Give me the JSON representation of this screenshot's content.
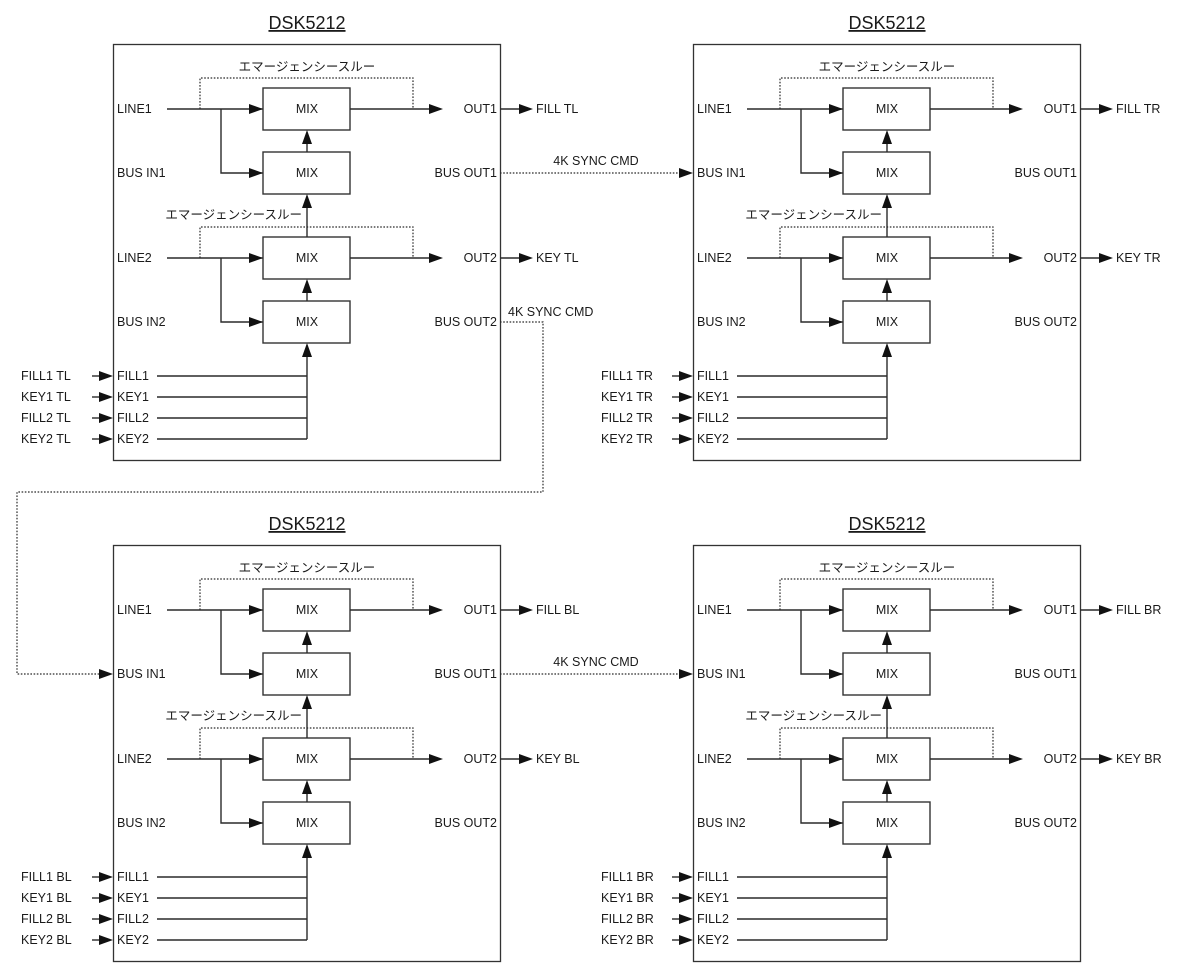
{
  "diagram": {
    "device_title": "DSK5212",
    "bypass_label": "エマージェンシースルー",
    "mix_label": "MIX",
    "ports": {
      "line1": "LINE1",
      "line2": "LINE2",
      "bus_in1": "BUS IN1",
      "bus_in2": "BUS IN2",
      "out1": "OUT1",
      "out2": "OUT2",
      "bus_out1": "BUS OUT1",
      "bus_out2": "BUS OUT2",
      "fill1": "FILL1",
      "key1": "KEY1",
      "fill2": "FILL2",
      "key2": "KEY2"
    },
    "sync_label": "4K SYNC CMD",
    "units": [
      {
        "id": "tl",
        "title": "DSK5212",
        "out1_dest": "FILL TL",
        "out2_dest": "KEY TL",
        "inputs": [
          "FILL1 TL",
          "KEY1 TL",
          "FILL2 TL",
          "KEY2 TL"
        ]
      },
      {
        "id": "tr",
        "title": "DSK5212",
        "out1_dest": "FILL TR",
        "out2_dest": "KEY TR",
        "inputs": [
          "FILL1 TR",
          "KEY1 TR",
          "FILL2 TR",
          "KEY2 TR"
        ]
      },
      {
        "id": "bl",
        "title": "DSK5212",
        "out1_dest": "FILL BL",
        "out2_dest": "KEY BL",
        "inputs": [
          "FILL1 BL",
          "KEY1 BL",
          "FILL2 BL",
          "KEY2 BL"
        ]
      },
      {
        "id": "br",
        "title": "DSK5212",
        "out1_dest": "FILL BR",
        "out2_dest": "KEY BR",
        "inputs": [
          "FILL1 BR",
          "KEY1 BR",
          "FILL2 BR",
          "KEY2 BR"
        ]
      }
    ],
    "connections": [
      {
        "from": "tl.BUS OUT1",
        "to": "tr.BUS IN1",
        "label": "4K SYNC CMD",
        "style": "dotted"
      },
      {
        "from": "tl.BUS OUT2",
        "to": "bl.BUS IN1",
        "label": "4K SYNC CMD",
        "style": "dotted"
      },
      {
        "from": "bl.BUS OUT1",
        "to": "br.BUS IN1",
        "label": "4K SYNC CMD",
        "style": "dotted"
      }
    ]
  }
}
